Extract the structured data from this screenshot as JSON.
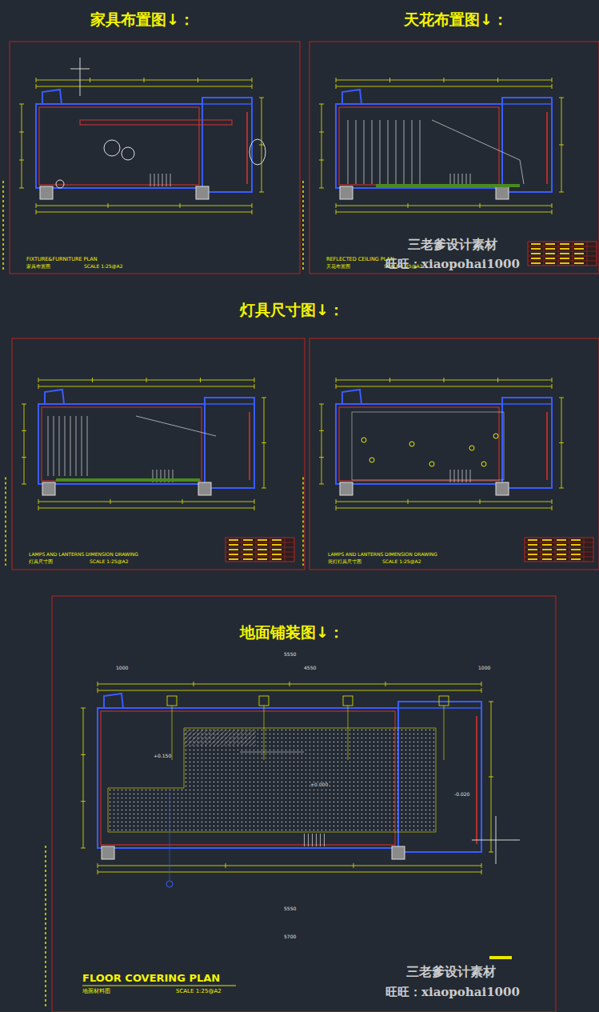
{
  "diagram": {
    "labels": [
      "家具布置图↓：",
      "天花布置图↓：",
      "FIXTURE&FURNITURE PLAN",
      "家具布置图",
      "SCALE 1:25@A2",
      "REFLECTED CEILING PLAN",
      "天花布置图",
      "SCALE 1:25@A2",
      "三老爹设计素材",
      "旺旺：xiaopohai1000",
      "灯具尺寸图↓：",
      "LAMPS AND LANTERNS DIMENSION DRAWING",
      "灯具尺寸图",
      "SCALE 1:25@A2",
      "LAMPS AND LANTERNS DIMENSION DRAWING",
      "筒灯灯具尺寸图",
      "SCALE 1:25@A2",
      "地面铺装图↓：",
      "5550",
      "1000",
      "4550",
      "1000",
      "5700",
      "5550",
      "±0.000",
      "+0.150",
      "-0.020",
      "FLOOR COVERING PLAN",
      "地面材料图",
      "SCALE 1:25@A2",
      "三老爹设计素材",
      "旺旺：xiaopohai1000"
    ]
  }
}
